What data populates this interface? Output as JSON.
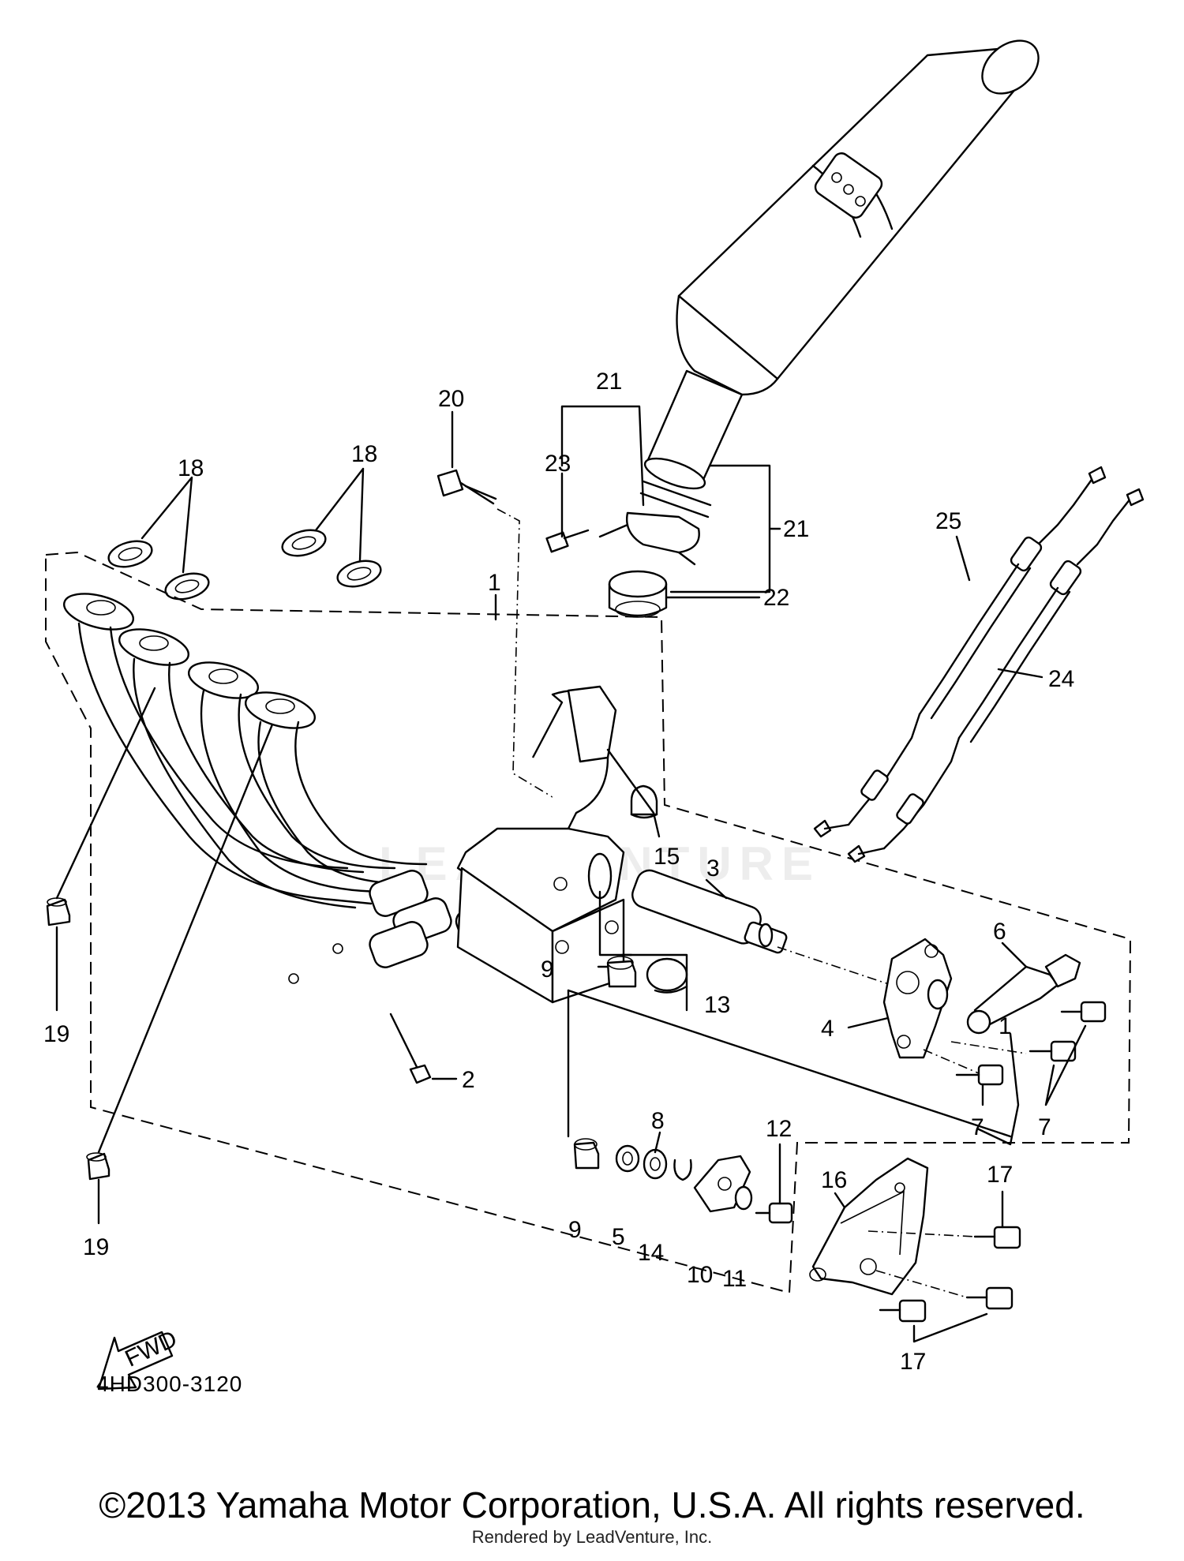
{
  "labels": {
    "p1": "1",
    "p1b": "1",
    "p2": "2",
    "p3": "3",
    "p4": "4",
    "p5": "5",
    "p6": "6",
    "p7a": "7",
    "p7b": "7",
    "p8": "8",
    "p9a": "9",
    "p9b": "9",
    "p10": "10",
    "p11": "11",
    "p12": "12",
    "p13": "13",
    "p14": "14",
    "p15": "15",
    "p16": "16",
    "p17a": "17",
    "p17b": "17",
    "p18a": "18",
    "p18b": "18",
    "p19a": "19",
    "p19b": "19",
    "p20": "20",
    "p21a": "21",
    "p21b": "21",
    "p22": "22",
    "p23": "23",
    "p24": "24",
    "p25": "25"
  },
  "fwd_label": "FWD",
  "drawing_code": "4HD300-3120",
  "watermark": "LEADVENTURE",
  "copyright": "©2013 Yamaha Motor Corporation, U.S.A. All rights reserved.",
  "render_credit": "Rendered by LeadVenture, Inc."
}
